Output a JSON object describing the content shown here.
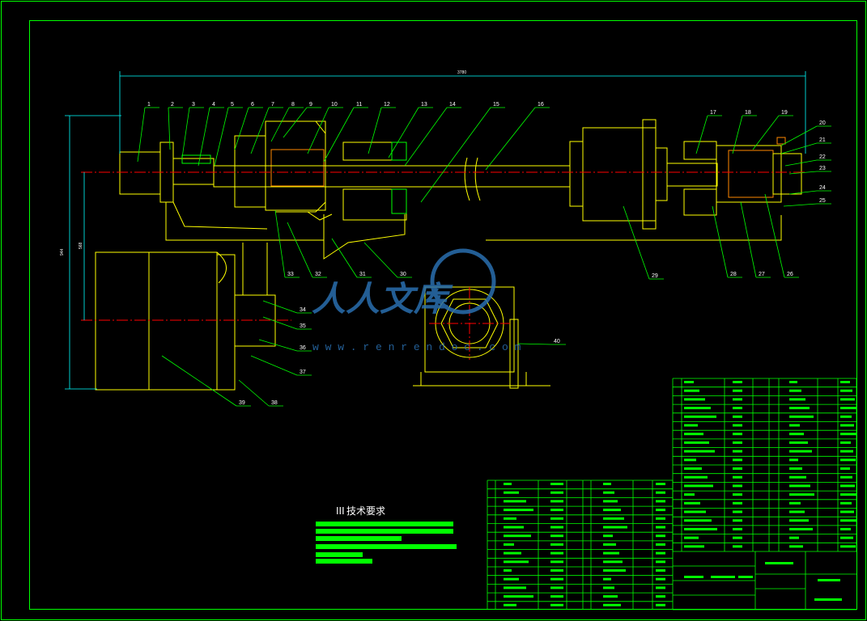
{
  "drawing": {
    "part_numbers": [
      "1",
      "2",
      "3",
      "4",
      "5",
      "6",
      "7",
      "8",
      "9",
      "10",
      "11",
      "12",
      "13",
      "14",
      "15",
      "16",
      "17",
      "18",
      "19",
      "20",
      "21",
      "22",
      "23",
      "24",
      "25",
      "26",
      "27",
      "28",
      "29",
      "30",
      "31",
      "32",
      "33",
      "34",
      "35",
      "36",
      "37",
      "38",
      "39",
      "40"
    ],
    "overall_length_dim": "3780",
    "height_dim_left": "944",
    "height_dim_inner": "568",
    "tech_req_icon": "III",
    "tech_req_title": "技术要求"
  },
  "watermark": {
    "brand": "人人文库",
    "url": "w w w . r e n r e n d o c . c o m"
  },
  "colors": {
    "background": "#000000",
    "frame": "#00ff00",
    "outline": "#ffff00",
    "centerline": "#ff0000",
    "dimension": "#00ffff",
    "text": "#ffffff",
    "watermark": "#2a6fb0"
  }
}
